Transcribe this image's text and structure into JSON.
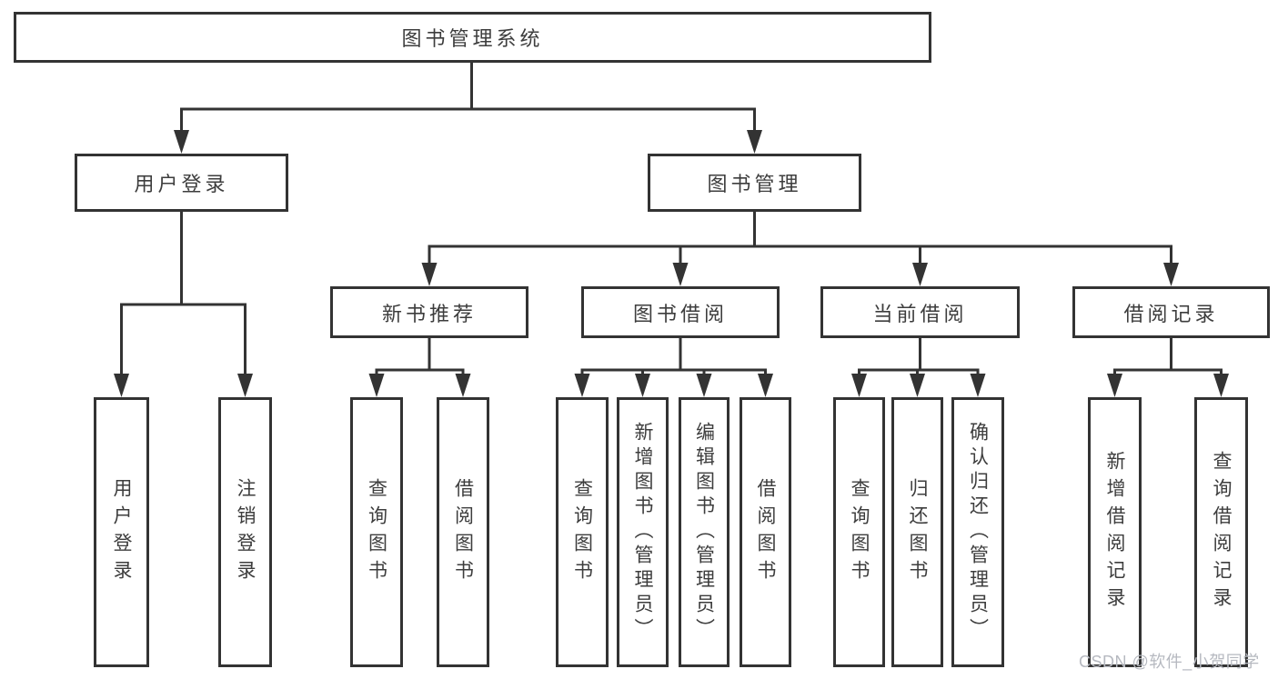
{
  "diagram": {
    "title": "图书管理系统",
    "type": "hierarchy-tree",
    "colors": {
      "line": "#333333",
      "box_border": "#333333",
      "text": "#3d3d3d",
      "background": "#ffffff",
      "watermark": "#b6b9c0"
    },
    "tree": {
      "label": "图书管理系统",
      "children": [
        {
          "label": "用户登录",
          "children": [
            {
              "label": "用户登录"
            },
            {
              "label": "注销登录"
            }
          ]
        },
        {
          "label": "图书管理",
          "children": [
            {
              "label": "新书推荐",
              "children": [
                {
                  "label": "查询图书"
                },
                {
                  "label": "借阅图书"
                }
              ]
            },
            {
              "label": "图书借阅",
              "children": [
                {
                  "label": "查询图书"
                },
                {
                  "label": "新增图书（管理员）"
                },
                {
                  "label": "编辑图书（管理员）"
                },
                {
                  "label": "借阅图书"
                }
              ]
            },
            {
              "label": "当前借阅",
              "children": [
                {
                  "label": "查询图书"
                },
                {
                  "label": "归还图书"
                },
                {
                  "label": "确认归还（管理员）"
                }
              ]
            },
            {
              "label": "借阅记录",
              "children": [
                {
                  "label": "新增借阅记录"
                },
                {
                  "label": "查询借阅记录"
                }
              ]
            }
          ]
        }
      ]
    }
  },
  "watermark": {
    "text": "CSDN @软件_小贺同学"
  }
}
